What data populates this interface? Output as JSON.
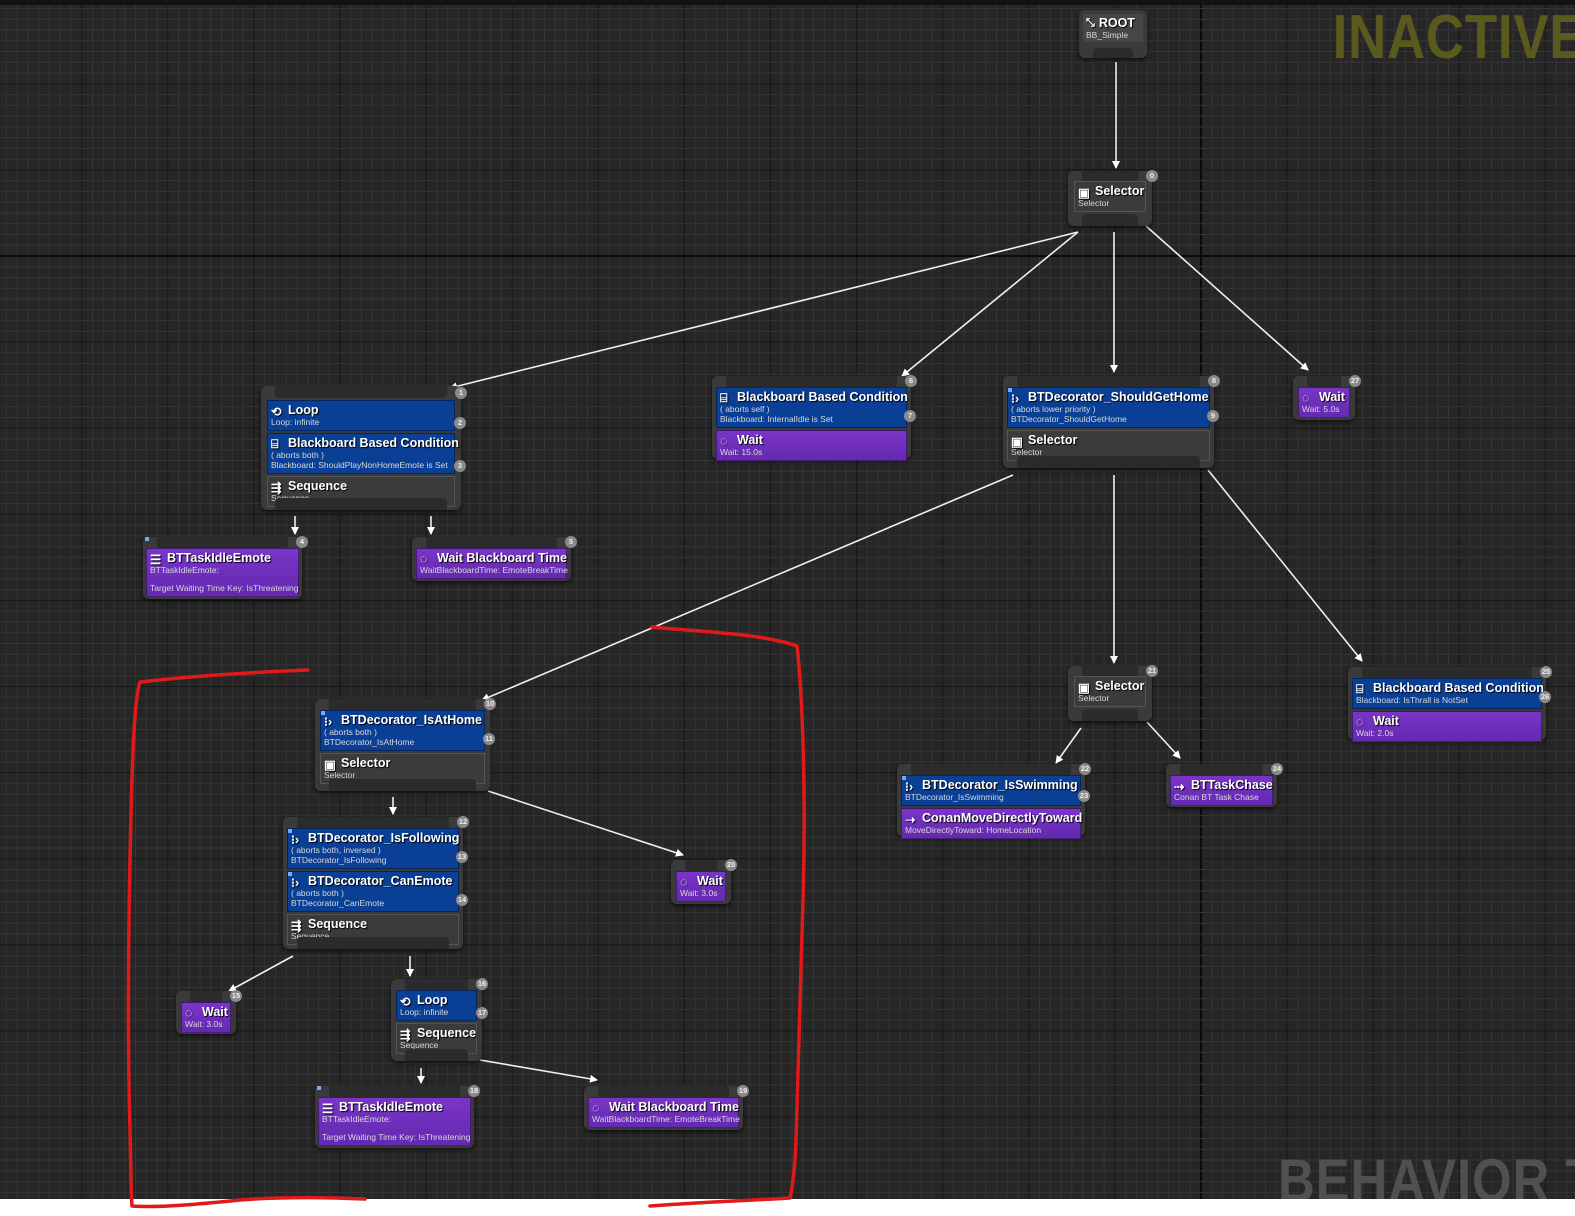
{
  "editor": {
    "watermark_top": "INACTIVE",
    "watermark_bottom": "BEHAVIOR TREE",
    "colors": {
      "canvas_bg": "#262626",
      "decorator": "#0a3f96",
      "task": "#6a2fb8",
      "composite": "#3b3b3b",
      "annotation_red": "#e0191b",
      "watermark_inactive": "#5b5a1e"
    }
  },
  "nodes": {
    "root": {
      "title": "ROOT",
      "sub": "BB_Simple"
    },
    "selector0": {
      "index": "0",
      "title": "Selector",
      "sub": "Selector"
    },
    "seq1": {
      "index": "1",
      "loop": {
        "index": "2",
        "title": "Loop",
        "sub": "Loop: infinite"
      },
      "bb": {
        "index": "3",
        "title": "Blackboard Based Condition",
        "aborts": "( aborts both )",
        "sub": "Blackboard: ShouldPlayNonHomeEmote is Set"
      },
      "comp": {
        "title": "Sequence",
        "sub": "Sequence"
      }
    },
    "idle4": {
      "index": "4",
      "title": "BTTaskIdleEmote",
      "sub": "BTTaskIdleEmote:",
      "sub2": "Target Waiting Time Key: IsThreatening"
    },
    "wbt5": {
      "index": "5",
      "title": "Wait Blackboard Time",
      "sub": "WaitBlackboardTime: EmoteBreakTime"
    },
    "wait6": {
      "index": "6",
      "bb": {
        "index": "7",
        "title": "Blackboard Based Condition",
        "aborts": "( aborts self )",
        "sub": "Blackboard: InternalIdle is Set"
      },
      "task": {
        "title": "Wait",
        "sub": "Wait: 15.0s"
      }
    },
    "sel8": {
      "index": "8",
      "deco": {
        "index": "9",
        "title": "BTDecorator_ShouldGetHome",
        "aborts": "( aborts lower priority )",
        "sub": "BTDecorator_ShouldGetHome"
      },
      "comp": {
        "title": "Selector",
        "sub": "Selector"
      }
    },
    "wait27": {
      "index": "27",
      "title": "Wait",
      "sub": "Wait: 5.0s"
    },
    "sel10": {
      "index": "10",
      "deco": {
        "index": "11",
        "title": "BTDecorator_IsAtHome",
        "aborts": "( aborts both )",
        "sub": "BTDecorator_IsAtHome"
      },
      "comp": {
        "title": "Selector",
        "sub": "Selector"
      }
    },
    "seq12": {
      "index": "12",
      "deco1": {
        "index": "13",
        "title": "BTDecorator_IsFollowing",
        "aborts": "( aborts both, inversed )",
        "sub": "BTDecorator_IsFollowing"
      },
      "deco2": {
        "index": "14",
        "title": "BTDecorator_CanEmote",
        "aborts": "( aborts both )",
        "sub": "BTDecorator_CanEmote"
      },
      "comp": {
        "title": "Sequence",
        "sub": "Sequence"
      }
    },
    "wait20": {
      "index": "20",
      "title": "Wait",
      "sub": "Wait: 3.0s"
    },
    "wait15": {
      "index": "15",
      "title": "Wait",
      "sub": "Wait: 3.0s"
    },
    "seq16": {
      "index": "16",
      "loop": {
        "index": "17",
        "title": "Loop",
        "sub": "Loop: infinite"
      },
      "comp": {
        "title": "Sequence",
        "sub": "Sequence"
      }
    },
    "idle18": {
      "index": "18",
      "title": "BTTaskIdleEmote",
      "sub": "BTTaskIdleEmote:",
      "sub2": "Target Waiting Time Key: IsThreatening"
    },
    "wbt19": {
      "index": "19",
      "title": "Wait Blackboard Time",
      "sub": "WaitBlackboardTime: EmoteBreakTime"
    },
    "sel21": {
      "index": "21",
      "title": "Selector",
      "sub": "Selector"
    },
    "move22": {
      "index": "22",
      "deco": {
        "index": "23",
        "title": "BTDecorator_IsSwimming",
        "sub": "BTDecorator_IsSwimming"
      },
      "task": {
        "title": "ConanMoveDirectlyToward",
        "sub": "MoveDirectlyToward: HomeLocation"
      }
    },
    "chase24": {
      "index": "24",
      "title": "BTTaskChase",
      "sub": "Conan BT Task Chase"
    },
    "wait25": {
      "index": "25",
      "bb": {
        "index": "26",
        "title": "Blackboard Based Condition",
        "sub": "Blackboard: IsThrall is NotSet"
      },
      "task": {
        "title": "Wait",
        "sub": "Wait: 2.0s"
      }
    }
  }
}
